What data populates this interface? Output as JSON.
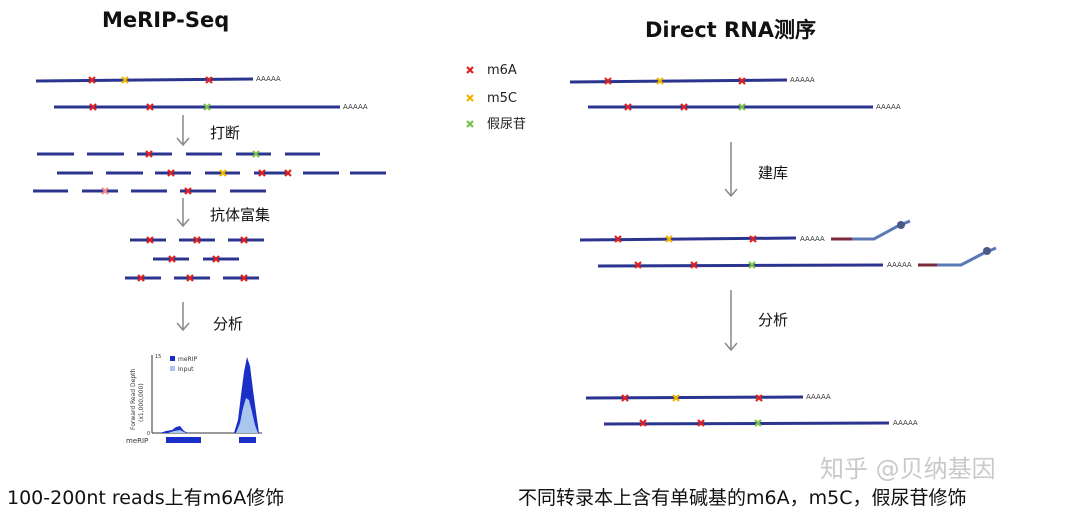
{
  "left": {
    "title": "MeRIP-Seq",
    "step1": "打断",
    "step2": "抗体富集",
    "step3": "分析",
    "caption": "100-200nt reads上有m6A修饰",
    "polyA": "AAAAA",
    "plot": {
      "ylabel": "Forward Read Depth\n(x1,000,000)",
      "ymax": "15",
      "ymin": "0",
      "legend_merip": "meRIP",
      "legend_input": "Input",
      "track_label": "meRIP"
    }
  },
  "right": {
    "title": "Direct RNA测序",
    "step1": "建库",
    "step2": "分析",
    "caption": "不同转录本上含有单碱基的m6A，m5C，假尿苷修饰",
    "polyA": "AAAAA"
  },
  "legend": {
    "items": [
      {
        "label": "m6A",
        "color": "#e02020"
      },
      {
        "label": "m5C",
        "color": "#f0b400"
      },
      {
        "label": "假尿苷",
        "color": "#7cc24a"
      }
    ]
  },
  "watermark": "知乎 @贝纳基因",
  "colors": {
    "strand": "#2b3590",
    "arrow": "#888888",
    "adapter": "#5a78b5"
  }
}
